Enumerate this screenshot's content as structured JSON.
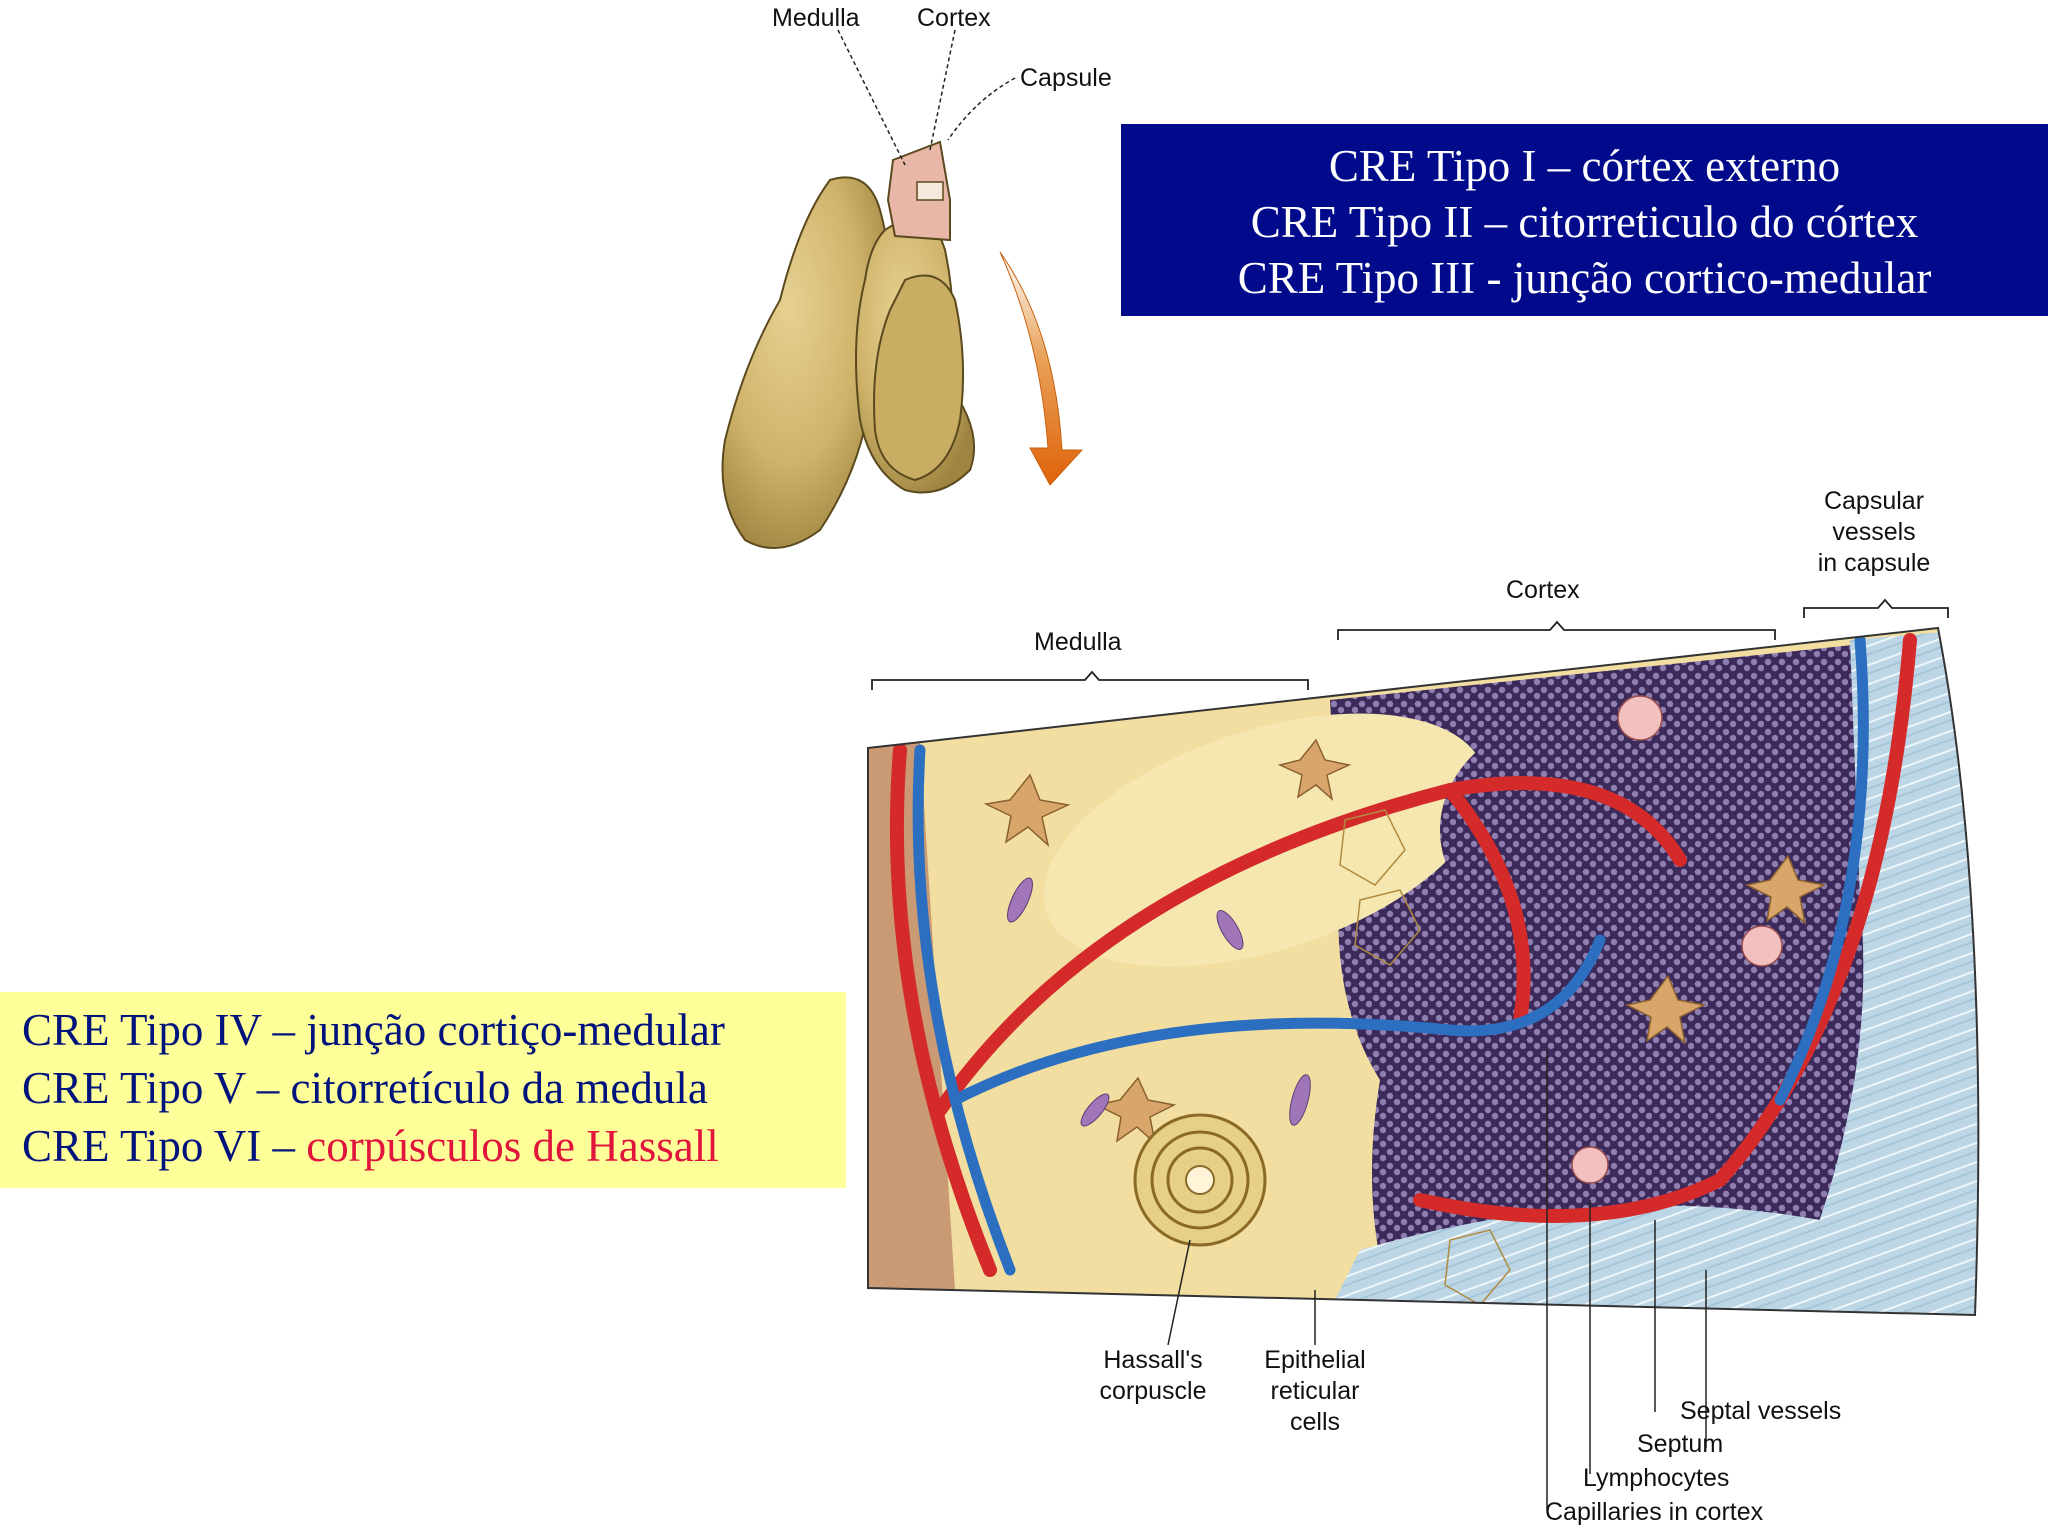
{
  "top_box": {
    "lines": [
      "CRE Tipo I – córtex externo",
      "CRE Tipo II – citorreticulo do córtex",
      "CRE Tipo III - junção cortico-medular"
    ]
  },
  "bottom_box": {
    "line1": "CRE Tipo IV – junção cortiço-medular",
    "line2": "CRE Tipo V – citorretículo da medula",
    "line3_prefix": "CRE Tipo VI – ",
    "line3_highlight": "corpúsculos de Hassall"
  },
  "organ_labels": {
    "medulla": "Medulla",
    "cortex": "Cortex",
    "capsule": "Capsule"
  },
  "section_labels": {
    "medulla": "Medulla",
    "cortex": "Cortex",
    "capsular_vessels": [
      "Capsular",
      "vessels",
      "in capsule"
    ],
    "hassalls_corpuscle": [
      "Hassall's",
      "corpuscle"
    ],
    "epithelial_reticular_cells": [
      "Epithelial",
      "reticular",
      "cells"
    ],
    "septal_vessels": "Septal vessels",
    "septum": "Septum",
    "lymphocytes": "Lymphocytes",
    "capillaries_in_cortex": "Capillaries in cortex"
  },
  "colors": {
    "top_box_bg": "#000a8a",
    "bottom_box_bg": "#ffff99",
    "bottom_text": "#00137d",
    "highlight": "#e0143c"
  }
}
